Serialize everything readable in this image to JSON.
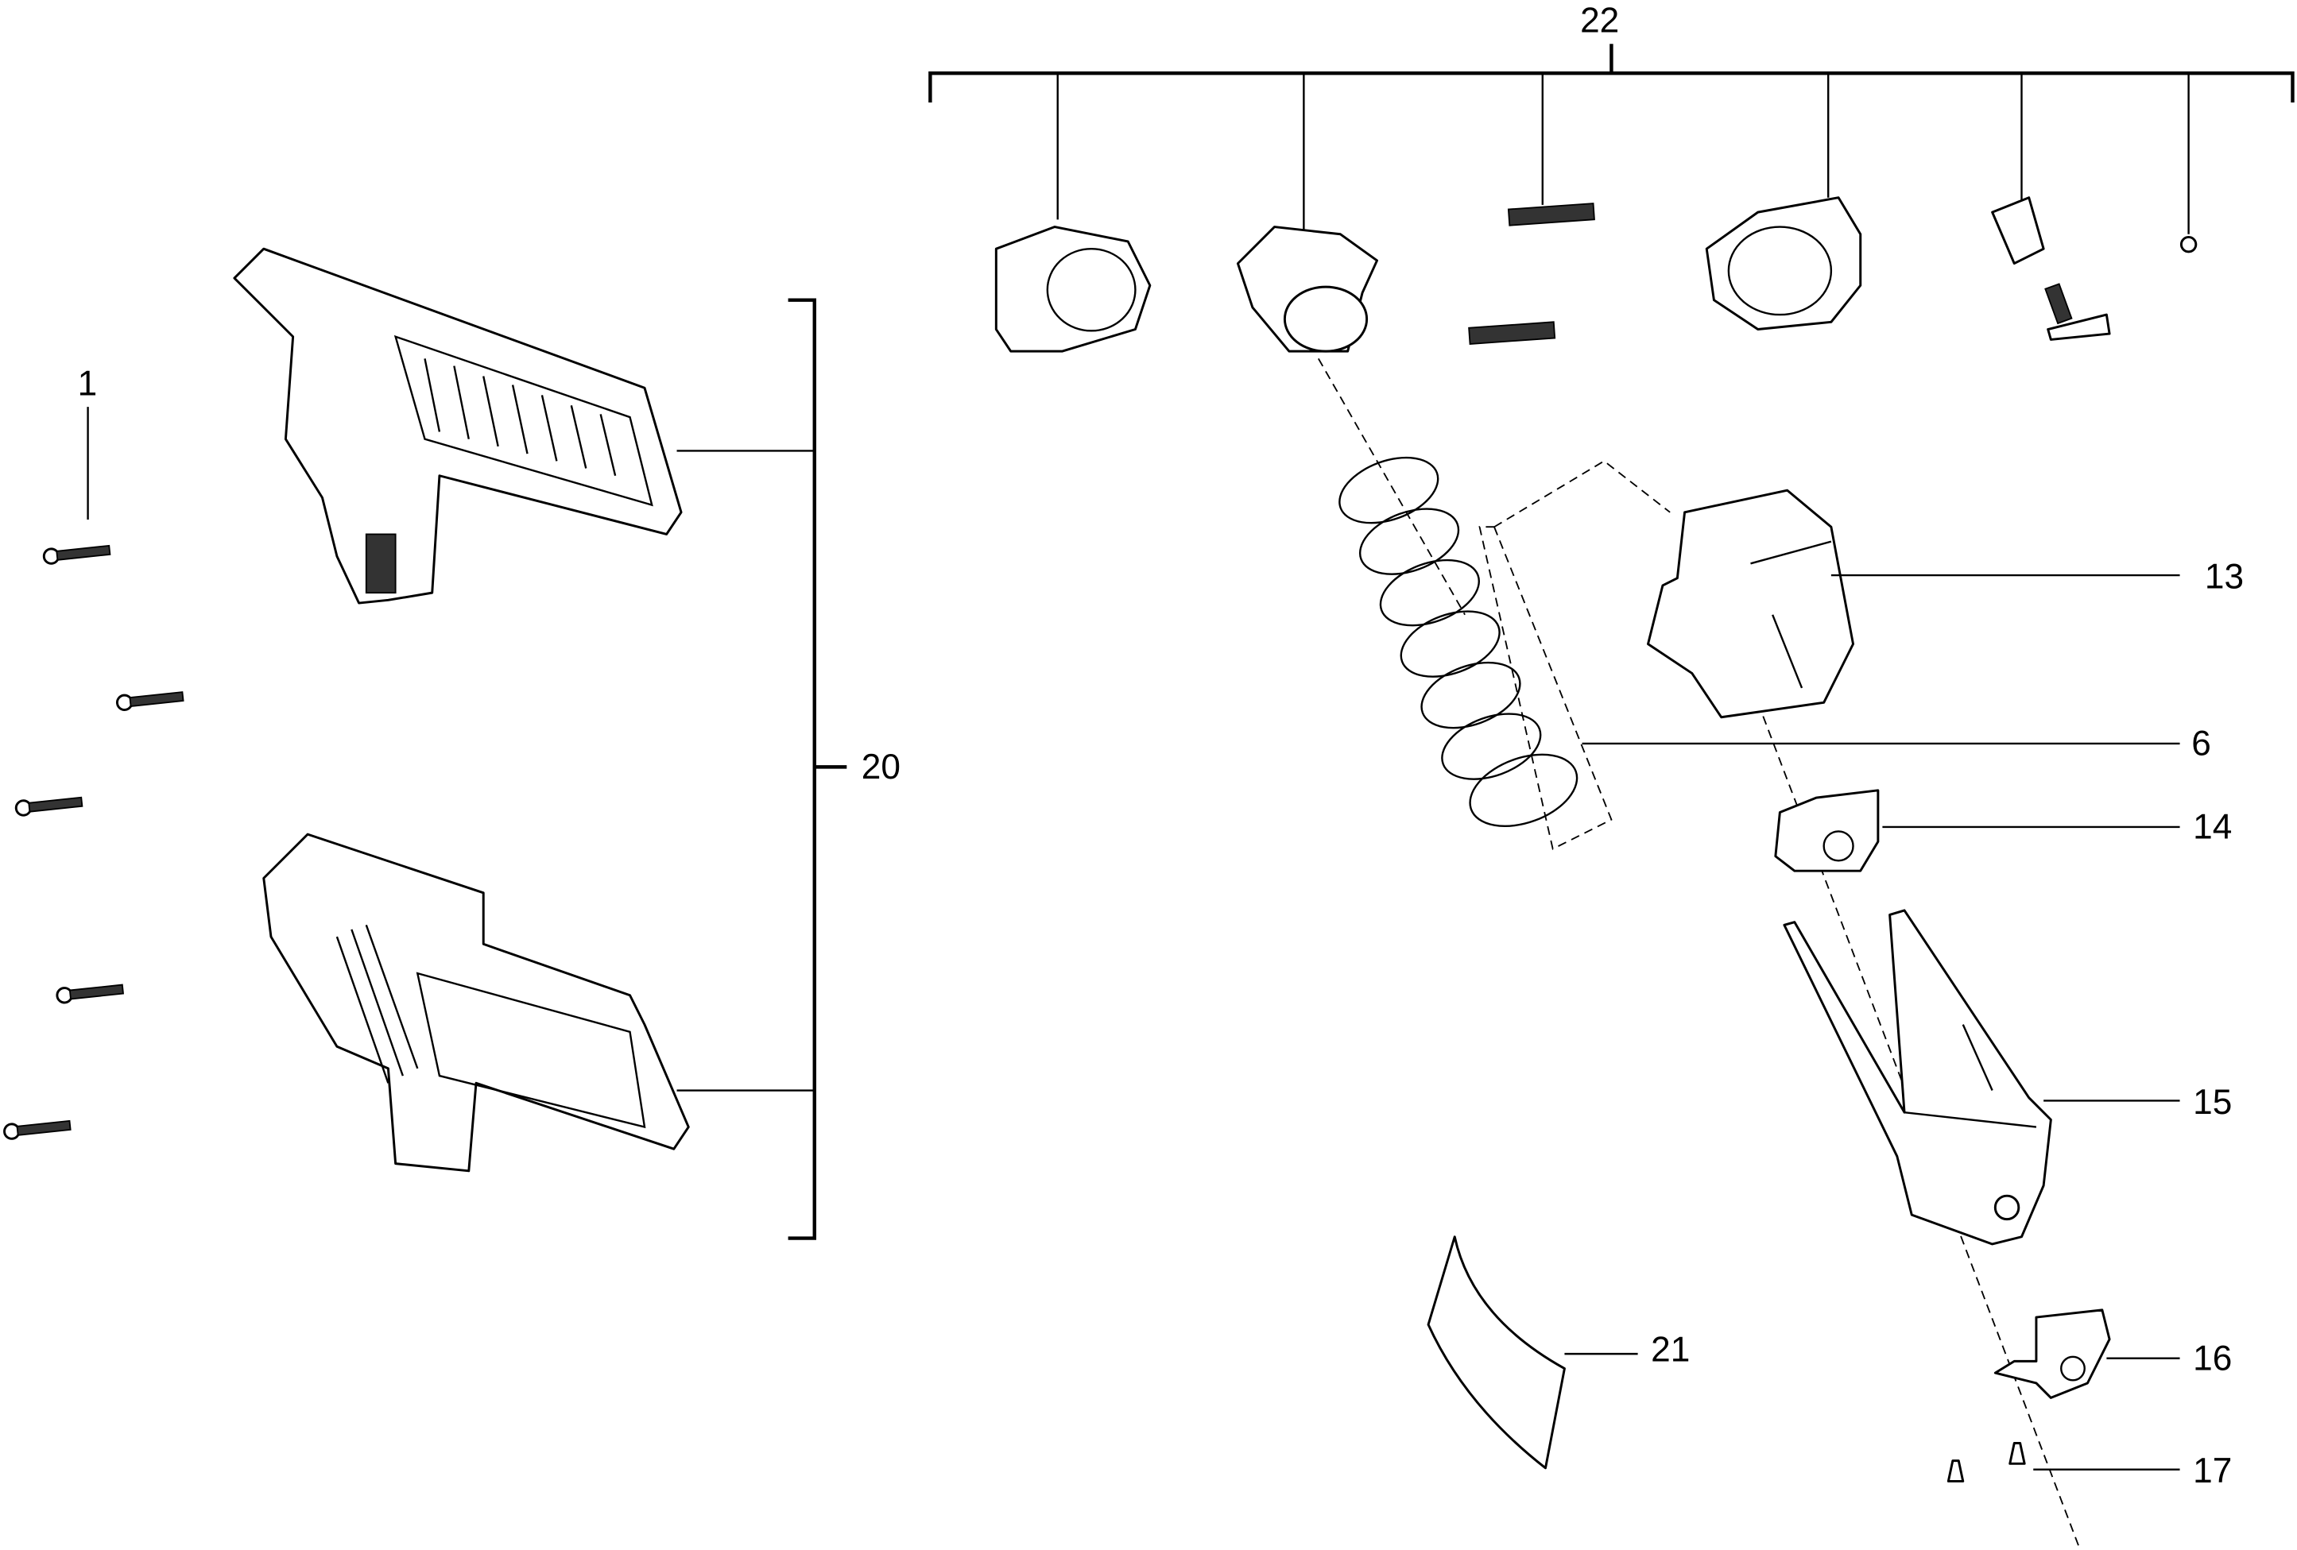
{
  "callouts": {
    "p1": "1",
    "p6": "6",
    "p13": "13",
    "p14": "14",
    "p15": "15",
    "p16": "16",
    "p17": "17",
    "p20": "20",
    "p21": "21",
    "p22": "22"
  }
}
